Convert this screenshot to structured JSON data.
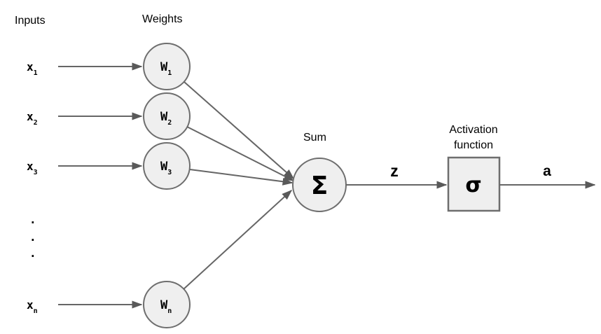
{
  "diagram": {
    "section_labels": {
      "inputs": "Inputs",
      "weights": "Weights",
      "sum": "Sum",
      "activation_line1": "Activation",
      "activation_line2": "function"
    },
    "inputs": [
      {
        "base": "x",
        "sub": "1"
      },
      {
        "base": "x",
        "sub": "2"
      },
      {
        "base": "x",
        "sub": "3"
      },
      {
        "base": "x",
        "sub": "n"
      }
    ],
    "weights": [
      {
        "base": "W",
        "sub": "1"
      },
      {
        "base": "W",
        "sub": "2"
      },
      {
        "base": "W",
        "sub": "3"
      },
      {
        "base": "W",
        "sub": "n"
      }
    ],
    "ellipsis_dot": ".",
    "sum_symbol": "Σ",
    "activation_symbol": "σ",
    "signal_labels": {
      "pre_activation": "z",
      "output": "a"
    }
  },
  "colors": {
    "node_fill": "#efefef",
    "node_stroke": "#6e6e6e",
    "line": "#666666",
    "arrowhead": "#595959",
    "text": "#000000",
    "background": "#ffffff"
  }
}
